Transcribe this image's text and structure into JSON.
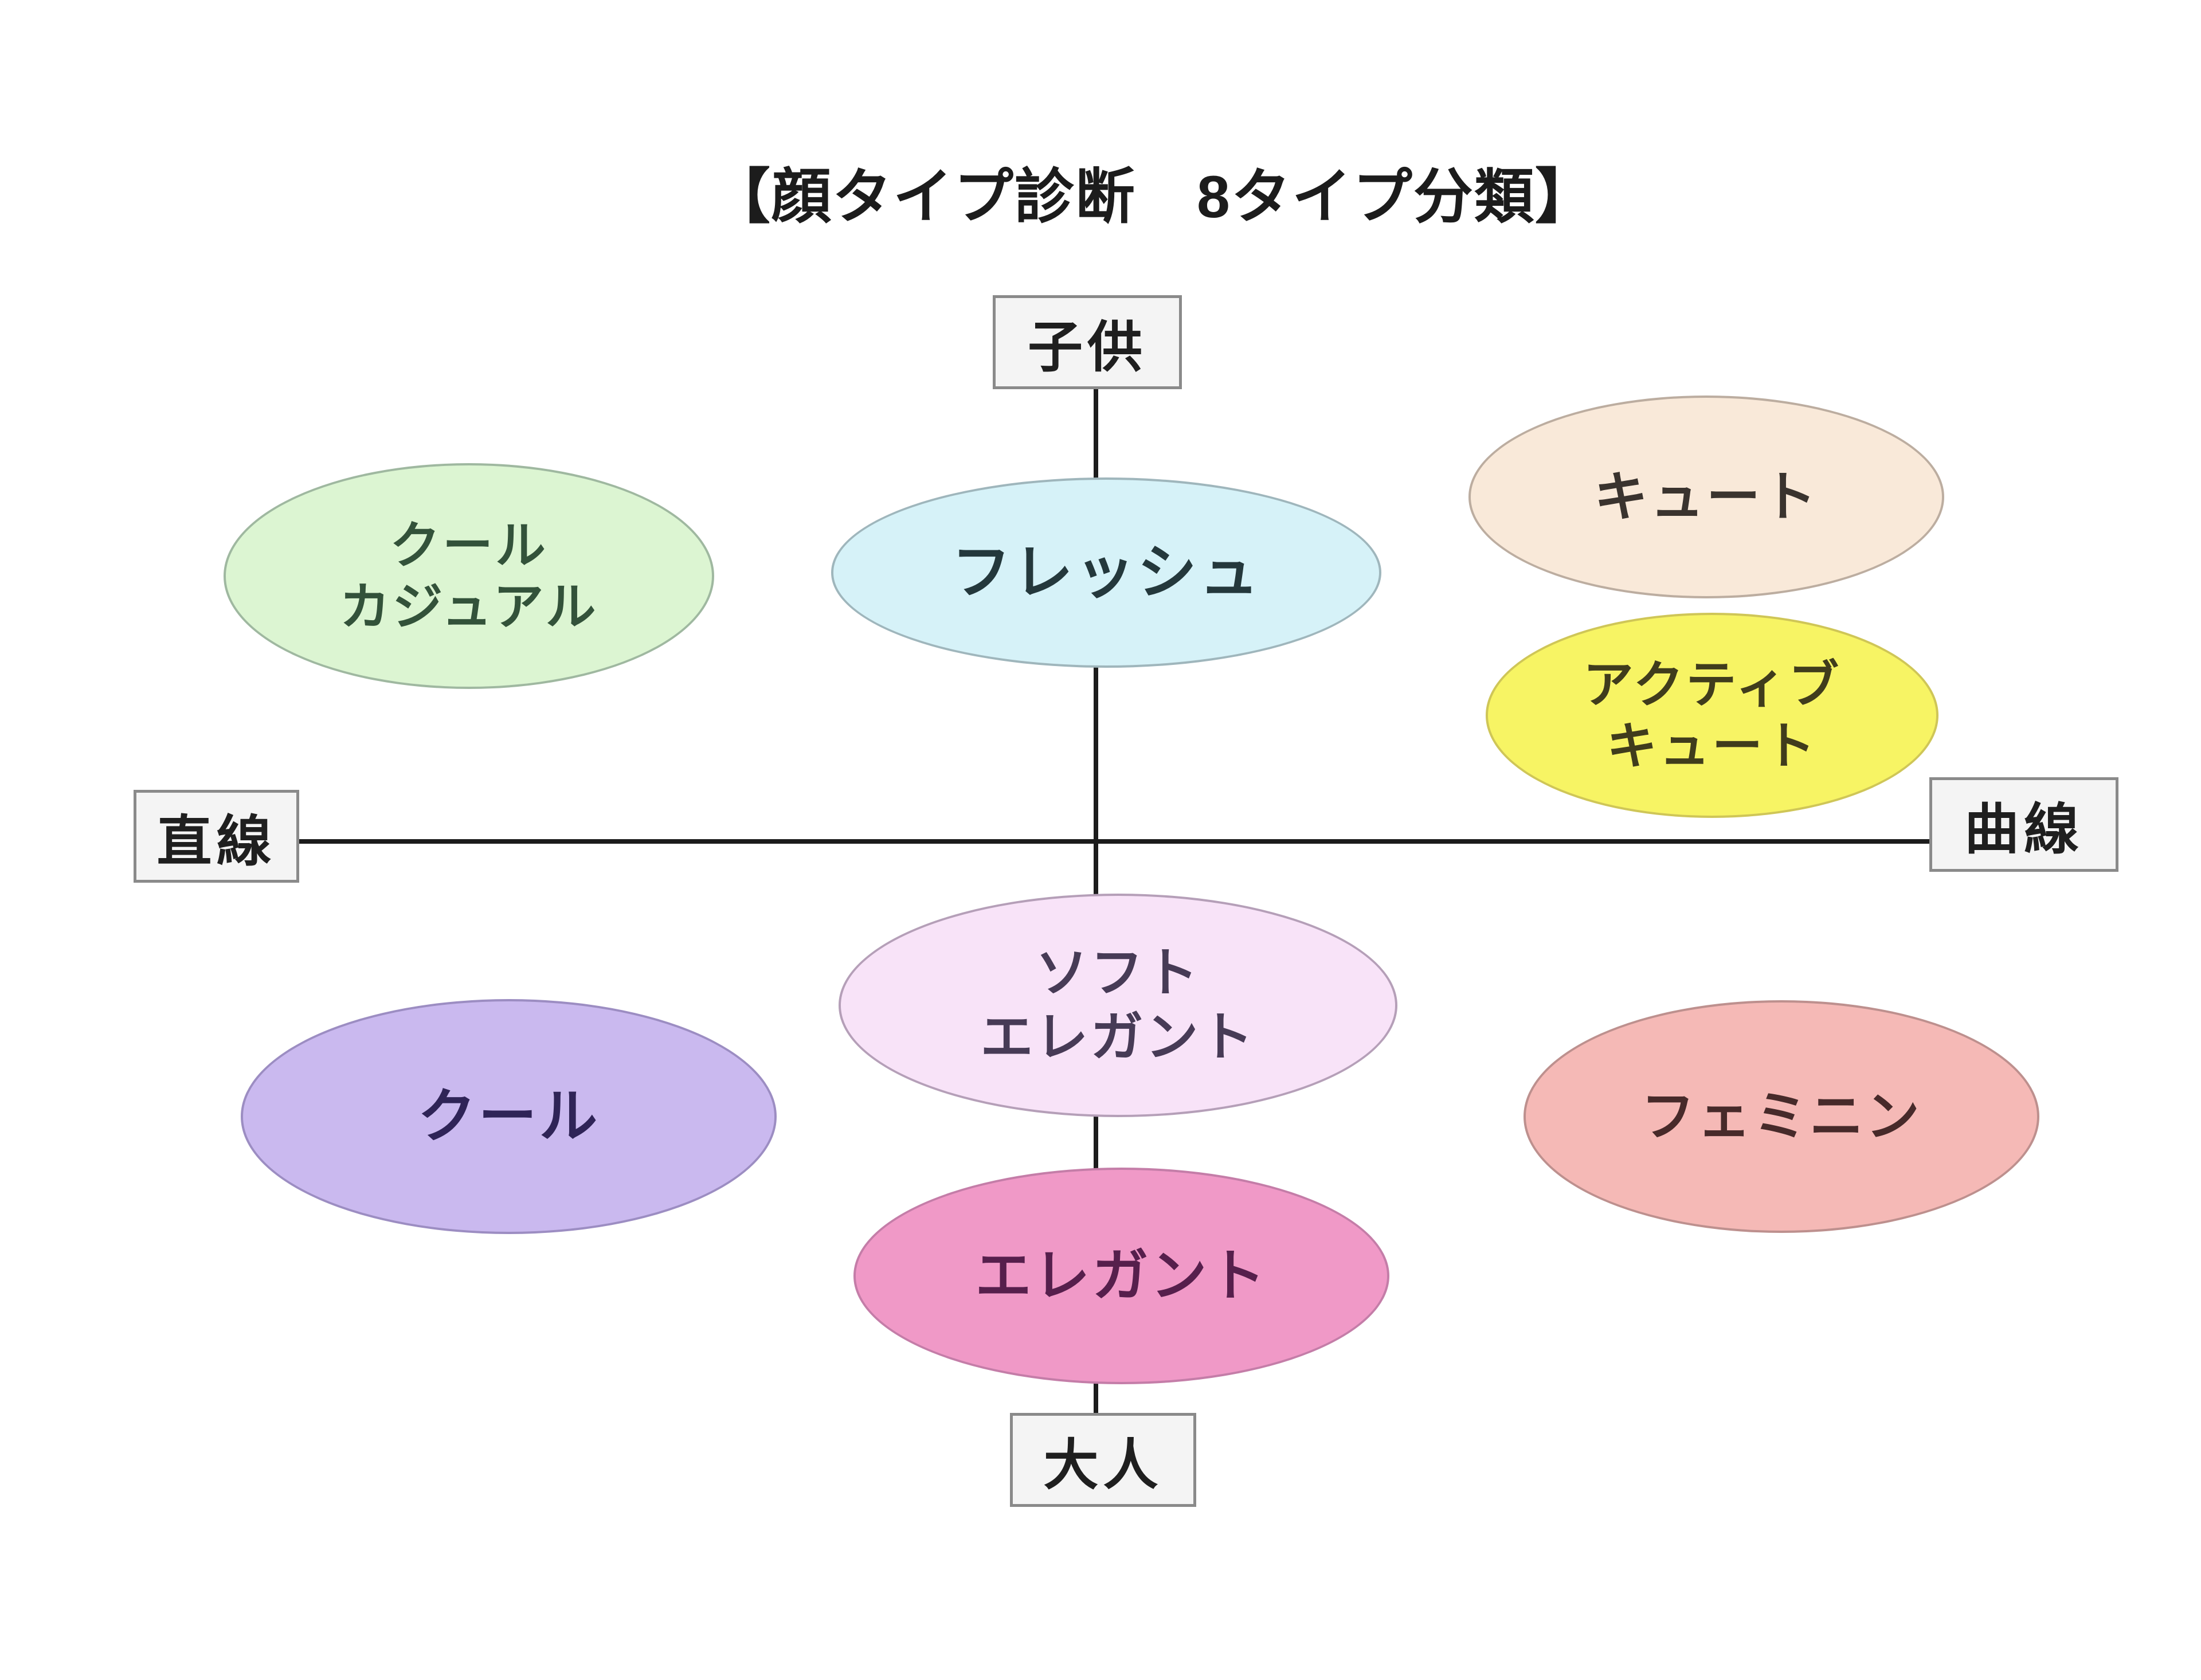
{
  "title": "【顔タイプ診断　8タイプ分類】",
  "axes": {
    "top": "子供",
    "bottom": "大人",
    "left": "直線",
    "right": "曲線"
  },
  "types": [
    {
      "name": "クールカジュアル",
      "line1": "クール",
      "line2": "カジュアル",
      "fill": "#dcf5d2",
      "border": "#9fb8a0",
      "text_color": "#33523a"
    },
    {
      "name": "フレッシュ",
      "line1": "フレッシュ",
      "line2": "",
      "fill": "#d6f2f8",
      "border": "#9fb6bc",
      "text_color": "#24383c"
    },
    {
      "name": "キュート",
      "line1": "キュート",
      "line2": "",
      "fill": "#f9e9d9",
      "border": "#bcada0",
      "text_color": "#3a332e"
    },
    {
      "name": "アクティブキュート",
      "line1": "アクティブ",
      "line2": "キュート",
      "fill": "#f7f464",
      "border": "#cfc657",
      "text_color": "#403c1c"
    },
    {
      "name": "ソフトエレガント",
      "line1": "ソフト",
      "line2": "エレガント",
      "fill": "#f8e3f8",
      "border": "#b59fb8",
      "text_color": "#473b56"
    },
    {
      "name": "クール",
      "line1": "クール",
      "line2": "",
      "fill": "#cab9ef",
      "border": "#9c8dc2",
      "text_color": "#2f2457"
    },
    {
      "name": "フェミニン",
      "line1": "フェミニン",
      "line2": "",
      "fill": "#f5b9b6",
      "border": "#bd908e",
      "text_color": "#472a2a"
    },
    {
      "name": "エレガント",
      "line1": "エレガント",
      "line2": "",
      "fill": "#f099c7",
      "border": "#c47da8",
      "text_color": "#561f4c"
    }
  ],
  "colors": {
    "background": "#ffffff",
    "axis_line": "#1c1c1c",
    "axis_box_fill": "#f4f4f4",
    "axis_box_border": "#8a8a8a",
    "axis_box_text": "#1f1f1f",
    "title_text": "#1c1c1c"
  }
}
